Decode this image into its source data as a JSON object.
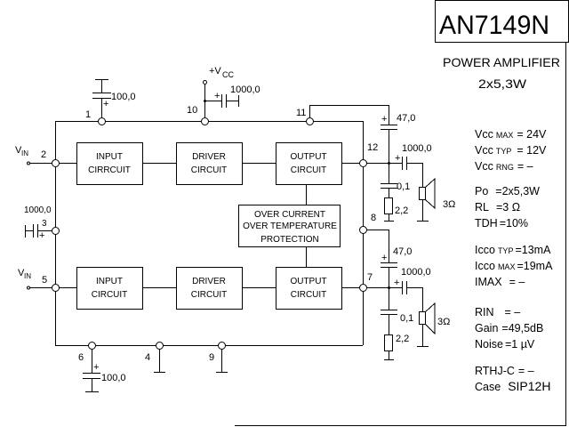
{
  "title": {
    "part_number": "AN7149N",
    "description": "POWER AMPLIFIER",
    "power_rating": "2x5,3W"
  },
  "blocks": {
    "input_1": [
      "INPUT",
      "CIRRCUIT"
    ],
    "driver_1": [
      "DRIVER",
      "CIRCUIT"
    ],
    "output_1": [
      "OUTPUT",
      "CIRCUIT"
    ],
    "protection": [
      "OVER CURRENT",
      "OVER TEMPERATURE",
      "PROTECTION"
    ],
    "input_2": [
      "INPUT",
      "CIRCUIT"
    ],
    "driver_2": [
      "DRIVER",
      "CIRCUIT"
    ],
    "output_2": [
      "OUTPUT",
      "CIRCUIT"
    ]
  },
  "pins": {
    "p1": "1",
    "p2": "2",
    "p3": "3",
    "p4": "4",
    "p5": "5",
    "p6": "6",
    "p7": "7",
    "p8": "8",
    "p9": "9",
    "p10": "10",
    "p11": "11",
    "p12": "12"
  },
  "signals": {
    "vin": "V",
    "vin_sub": "IN",
    "vcc": "+V",
    "vcc_sub": "CC"
  },
  "components": {
    "c_pin1": "100,0",
    "c_pin10": "1000,0",
    "c_pin3": "1000,0",
    "c_pin6": "100,0",
    "c_boot_ch1": "47,0",
    "c_out_ch1": "1000,0",
    "c_zobel_ch1": "0,1",
    "r_zobel_ch1": "2,2",
    "speaker_ch1": "3Ω",
    "c_boot_ch2": "47,0",
    "c_out_ch2": "1000,0",
    "c_zobel_ch2": "0,1",
    "r_zobel_ch2": "2,2",
    "speaker_ch2": "3Ω",
    "plus": "+"
  },
  "specs": {
    "vcc_max": {
      "sym": "Vcc",
      "sub": "MAX",
      "val": "= 24V"
    },
    "vcc_typ": {
      "sym": "Vcc",
      "sub": "TYP",
      "val": "= 12V"
    },
    "vcc_rng": {
      "sym": "Vcc",
      "sub": "RNG",
      "val": "= –"
    },
    "po": {
      "sym": "Po",
      "sub": "",
      "val": "=2x5,3W"
    },
    "rl": {
      "sym": "RL",
      "sub": "",
      "val": "=3 Ω"
    },
    "tdh": {
      "sym": "TDH",
      "sub": "",
      "val": "=10%"
    },
    "icco_typ": {
      "sym": "Icco",
      "sub": "TYP",
      "val": "=13mA"
    },
    "icco_max": {
      "sym": "Icco",
      "sub": "MAX",
      "val": "=19mA"
    },
    "imax": {
      "sym": "IMAX",
      "sub": "",
      "val": "=  –"
    },
    "rin": {
      "sym": "RIN",
      "sub": "",
      "val": "=  –"
    },
    "gain": {
      "sym": "Gain",
      "sub": "",
      "val": "=49,5dB"
    },
    "noise": {
      "sym": "Noise",
      "sub": "",
      "val": "=1 µV"
    },
    "rthjc": {
      "sym": "RTHJ-C",
      "sub": "",
      "val": "= –"
    },
    "case": {
      "sym": "Case",
      "sub": "",
      "val": "SIP12H"
    }
  }
}
